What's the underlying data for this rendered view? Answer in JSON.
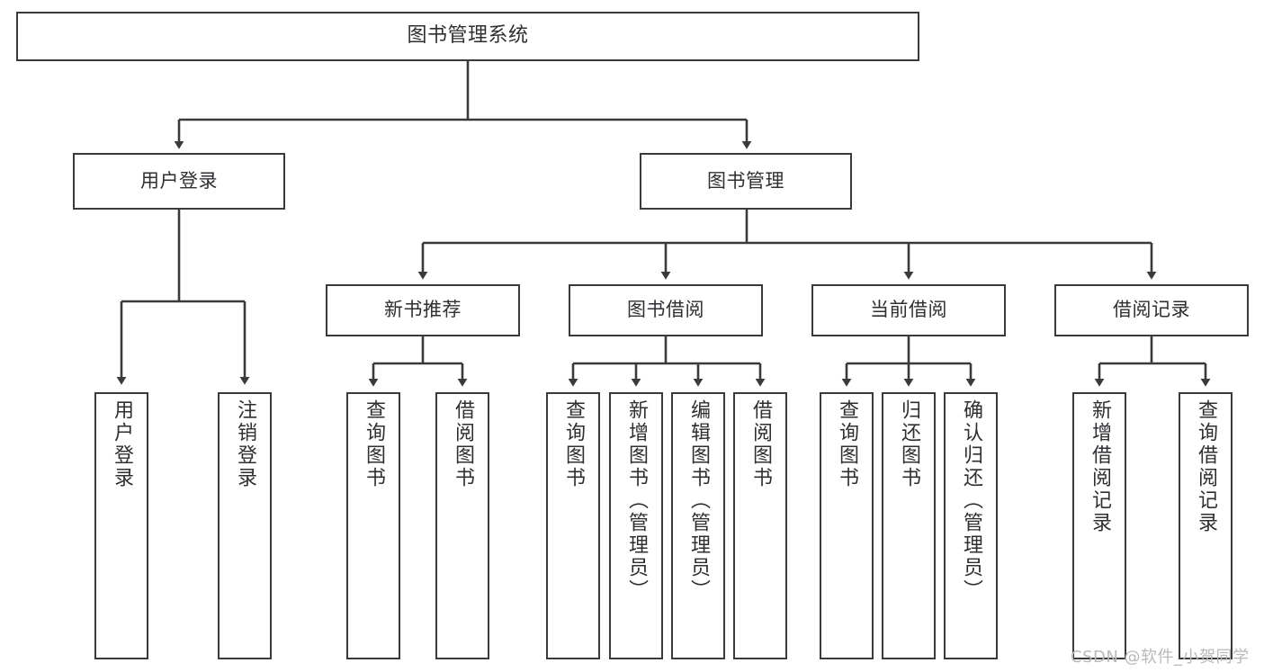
{
  "diagram": {
    "title": "图书管理系统",
    "type": "tree-hierarchy-chart",
    "watermark": "CSDN @软件_小贺同学",
    "colors": {
      "box_border": "#3a3a3c",
      "box_fill": "#ffffff",
      "text": "#2f2f33",
      "line": "#3a3a3c",
      "background": "#ffffff",
      "watermark": "#b9b9bd"
    },
    "root": {
      "id": "root",
      "label": "图书管理系统"
    },
    "tier2": [
      {
        "id": "user-login",
        "label": "用户登录"
      },
      {
        "id": "book-manage",
        "label": "图书管理"
      }
    ],
    "tier3": [
      {
        "id": "new-book-rec",
        "label": "新书推荐"
      },
      {
        "id": "book-borrow",
        "label": "图书借阅"
      },
      {
        "id": "current-borrow",
        "label": "当前借阅"
      },
      {
        "id": "borrow-record",
        "label": "借阅记录"
      }
    ],
    "leaves": [
      {
        "id": "leaf-user-login",
        "label": "用户登录",
        "parent": "user-login"
      },
      {
        "id": "leaf-logout",
        "label": "注销登录",
        "parent": "user-login"
      },
      {
        "id": "leaf-query-book-1",
        "label": "查询图书",
        "parent": "new-book-rec"
      },
      {
        "id": "leaf-borrow-book-1",
        "label": "借阅图书",
        "parent": "new-book-rec"
      },
      {
        "id": "leaf-query-book-2",
        "label": "查询图书",
        "parent": "book-borrow"
      },
      {
        "id": "leaf-add-book",
        "label": "新增图书（管理员）",
        "parent": "book-borrow"
      },
      {
        "id": "leaf-edit-book",
        "label": "编辑图书（管理员）",
        "parent": "book-borrow"
      },
      {
        "id": "leaf-borrow-book-2",
        "label": "借阅图书",
        "parent": "book-borrow"
      },
      {
        "id": "leaf-query-book-3",
        "label": "查询图书",
        "parent": "current-borrow"
      },
      {
        "id": "leaf-return-book",
        "label": "归还图书",
        "parent": "current-borrow"
      },
      {
        "id": "leaf-confirm-return",
        "label": "确认归还（管理员）",
        "parent": "current-borrow"
      },
      {
        "id": "leaf-add-record",
        "label": "新增借阅记录",
        "parent": "borrow-record"
      },
      {
        "id": "leaf-query-record",
        "label": "查询借阅记录",
        "parent": "borrow-record"
      }
    ]
  }
}
